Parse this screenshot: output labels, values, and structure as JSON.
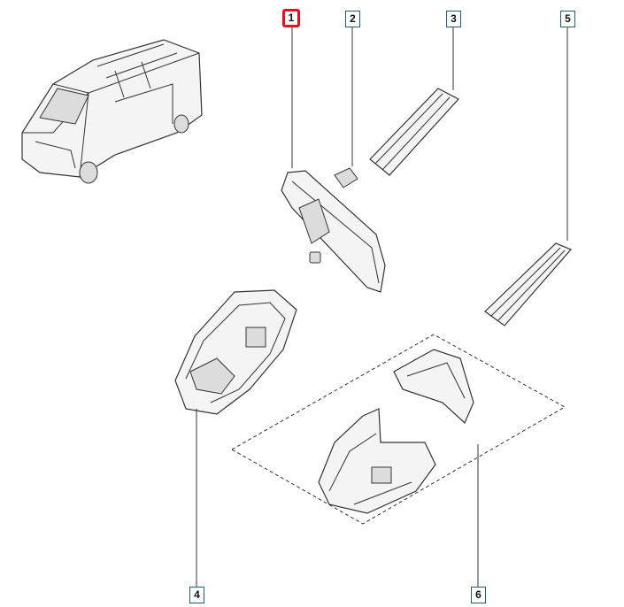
{
  "diagram": {
    "callouts": [
      {
        "id": "1",
        "label": "1",
        "selected": true
      },
      {
        "id": "2",
        "label": "2",
        "selected": false
      },
      {
        "id": "3",
        "label": "3",
        "selected": false
      },
      {
        "id": "4",
        "label": "4",
        "selected": false
      },
      {
        "id": "5",
        "label": "5",
        "selected": false
      },
      {
        "id": "6",
        "label": "6",
        "selected": false
      }
    ],
    "colors": {
      "selected_border": "#e0141e",
      "callout_border": "#1f5f7a"
    }
  }
}
